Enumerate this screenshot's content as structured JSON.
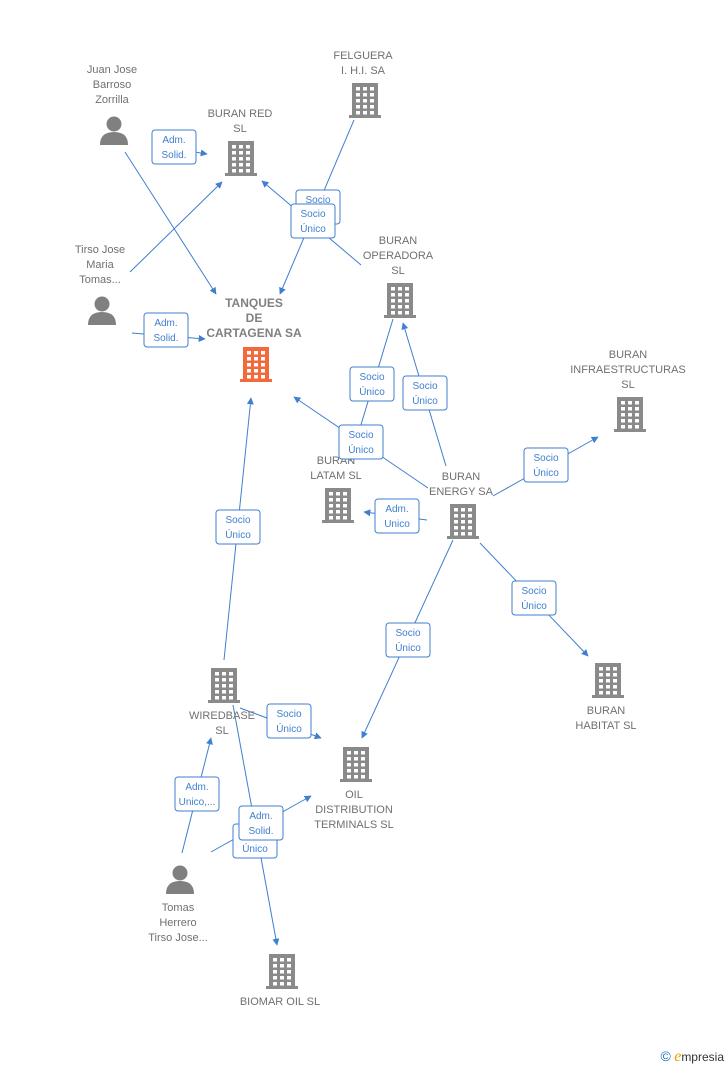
{
  "colors": {
    "edge": "#3f7fcf",
    "company": "#8a8a8a",
    "main_company": "#f26a3b",
    "person": "#808080"
  },
  "nodes": [
    {
      "id": "juan",
      "type": "person",
      "lines": [
        "Juan Jose",
        "Barroso",
        "Zorrilla"
      ]
    },
    {
      "id": "tirso",
      "type": "person",
      "lines": [
        "Tirso Jose",
        "Maria",
        "Tomas..."
      ]
    },
    {
      "id": "tomas",
      "type": "person",
      "lines": [
        "Tomas",
        "Herrero",
        "Tirso Jose..."
      ]
    },
    {
      "id": "buran_red",
      "type": "company",
      "lines": [
        "BURAN RED",
        "SL"
      ]
    },
    {
      "id": "felguera",
      "type": "company",
      "lines": [
        "FELGUERA",
        "I. H.I. SA"
      ]
    },
    {
      "id": "tanques",
      "type": "main",
      "lines": [
        "TANQUES",
        "DE",
        "CARTAGENA SA"
      ]
    },
    {
      "id": "buran_operadora",
      "type": "company",
      "lines": [
        "BURAN",
        "OPERADORA",
        "SL"
      ]
    },
    {
      "id": "buran_infra",
      "type": "company",
      "lines": [
        "BURAN",
        "INFRAESTRUCTURAS",
        "SL"
      ]
    },
    {
      "id": "buran_latam",
      "type": "company",
      "lines": [
        "BURAN",
        "LATAM  SL"
      ]
    },
    {
      "id": "buran_energy",
      "type": "company",
      "lines": [
        "BURAN",
        "ENERGY SA"
      ]
    },
    {
      "id": "wiredbase",
      "type": "company",
      "lines": [
        "WIREDBASE",
        "SL"
      ]
    },
    {
      "id": "oil_dist",
      "type": "company",
      "lines": [
        "OIL",
        "DISTRIBUTION",
        "TERMINALS  SL"
      ]
    },
    {
      "id": "buran_habitat",
      "type": "company",
      "lines": [
        "BURAN",
        "HABITAT  SL"
      ]
    },
    {
      "id": "biomar",
      "type": "company",
      "lines": [
        "BIOMAR OIL SL"
      ]
    }
  ],
  "edges": [
    {
      "from": "juan",
      "to": "buran_red",
      "label": [
        "Adm.",
        "Solid."
      ]
    },
    {
      "from": "juan",
      "to": "tanques",
      "label": [
        "Adm.",
        "Solid."
      ]
    },
    {
      "from": "tirso",
      "to": "buran_red",
      "label": []
    },
    {
      "from": "tirso",
      "to": "tanques",
      "label": [
        "Adm.",
        "Solid."
      ]
    },
    {
      "from": "felguera",
      "to": "tanques",
      "label": [
        "Socio",
        "Único"
      ]
    },
    {
      "from": "buran_operadora",
      "to": "buran_red",
      "label": [
        "Socio",
        "Único"
      ]
    },
    {
      "from": "buran_operadora",
      "to": "buran_latam",
      "label": [
        "Socio",
        "Único"
      ]
    },
    {
      "from": "buran_energy",
      "to": "buran_operadora",
      "label": [
        "Socio",
        "Único"
      ]
    },
    {
      "from": "buran_energy",
      "to": "tanques",
      "label": [
        "Socio",
        "Único"
      ]
    },
    {
      "from": "buran_energy",
      "to": "buran_infra",
      "label": [
        "Socio",
        "Único"
      ]
    },
    {
      "from": "buran_energy",
      "to": "buran_latam",
      "label": [
        "Adm.",
        "Unico"
      ]
    },
    {
      "from": "buran_energy",
      "to": "buran_habitat",
      "label": [
        "Socio",
        "Único"
      ]
    },
    {
      "from": "buran_energy",
      "to": "oil_dist",
      "label": [
        "Socio",
        "Único"
      ]
    },
    {
      "from": "wiredbase",
      "to": "tanques",
      "label": [
        "Socio",
        "Único"
      ]
    },
    {
      "from": "wiredbase",
      "to": "oil_dist",
      "label": [
        "Socio",
        "Único"
      ]
    },
    {
      "from": "wiredbase",
      "to": "biomar",
      "label": [
        "Socio",
        "Único"
      ]
    },
    {
      "from": "tomas",
      "to": "wiredbase",
      "label": [
        "Adm.",
        "Unico,..."
      ]
    },
    {
      "from": "tomas",
      "to": "oil_dist",
      "label": [
        "Adm.",
        "Solid."
      ]
    }
  ],
  "footer": {
    "copyright": "©",
    "brand_initial": "e",
    "brand_rest": "mpresia"
  }
}
